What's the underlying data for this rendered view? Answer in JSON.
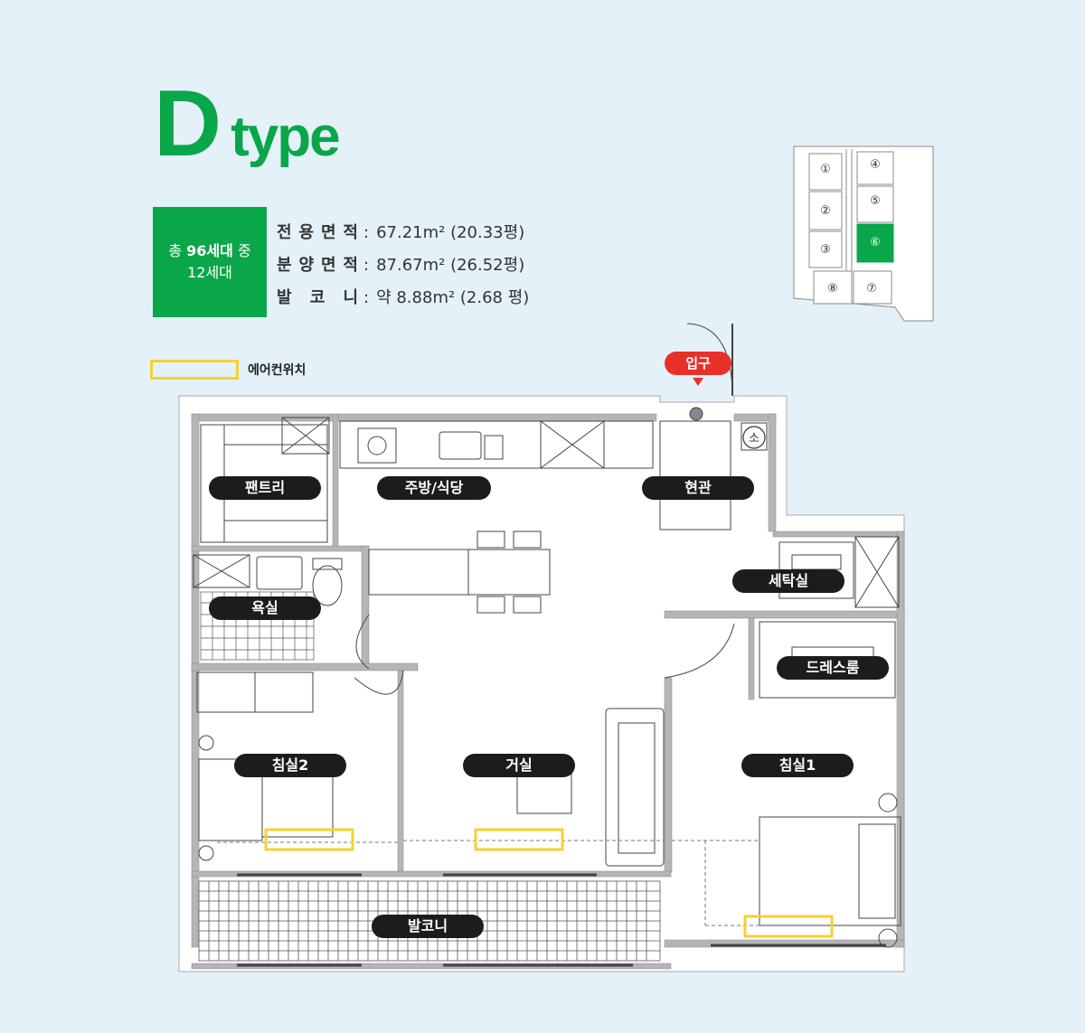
{
  "title": {
    "letter": "D",
    "word": "type"
  },
  "badge": {
    "line1_prefix": "총 ",
    "line1_bold": "96세대",
    "line1_suffix": " 중",
    "line2": "12세대"
  },
  "specs": [
    {
      "label": "전용면적",
      "value": "67.21m² (20.33평)"
    },
    {
      "label": "분양면적",
      "value": "87.67m² (26.52평)"
    },
    {
      "label": "발코니",
      "value": "약 8.88m² (2.68 평)"
    }
  ],
  "legend": {
    "label": "에어컨위치"
  },
  "entrance": {
    "label": "입구"
  },
  "rooms": {
    "pantry": "팬트리",
    "kitchen": "주방/식당",
    "foyer": "현관",
    "laundry": "세탁실",
    "bathroom": "욕실",
    "dressroom": "드레스룸",
    "bedroom2": "침실2",
    "living": "거실",
    "bedroom1": "침실1",
    "balcony": "발코니"
  },
  "keyplan": {
    "units": [
      "①",
      "②",
      "③",
      "④",
      "⑤",
      "⑥",
      "⑦",
      "⑧"
    ],
    "highlight": "⑥"
  },
  "fixtures": {
    "gas_symbol": "소"
  },
  "colors": {
    "brand_green": "#0aa64a",
    "ac_yellow": "#f5d033",
    "entrance_red": "#e8302a",
    "background": "#e4f1f9"
  }
}
